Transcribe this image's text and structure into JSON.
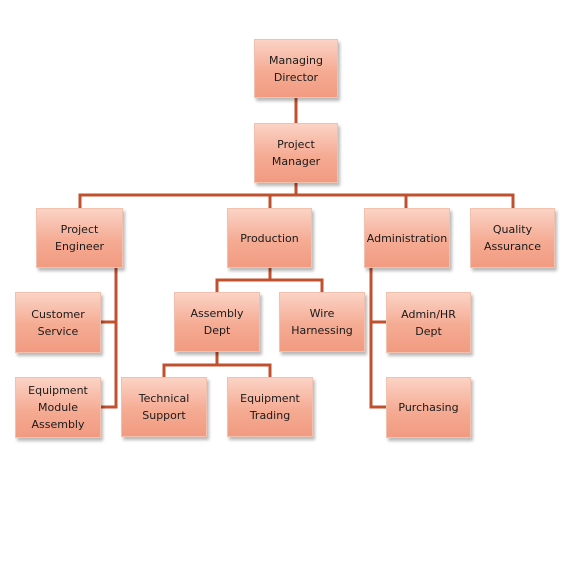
{
  "org_chart": {
    "line_color": "#c0502e",
    "nodes": {
      "managing_director": "Managing\nDirector",
      "project_manager": "Project Manager",
      "project_engineer": "Project Engineer",
      "production": "Production",
      "administration": "Administration",
      "quality_assurance": "Quality\nAssurance",
      "customer_service": "Customer\nService",
      "equipment_module_assembly": "Equipment\nModule Assembly",
      "assembly_dept": "Assembly Dept",
      "wire_harnessing": "Wire Harnessing",
      "admin_hr_dept": "Admin/HR Dept",
      "purchasing": "Purchasing",
      "technical_support": "Technical\nSupport",
      "equipment_trading": "Equipment\nTrading"
    }
  }
}
